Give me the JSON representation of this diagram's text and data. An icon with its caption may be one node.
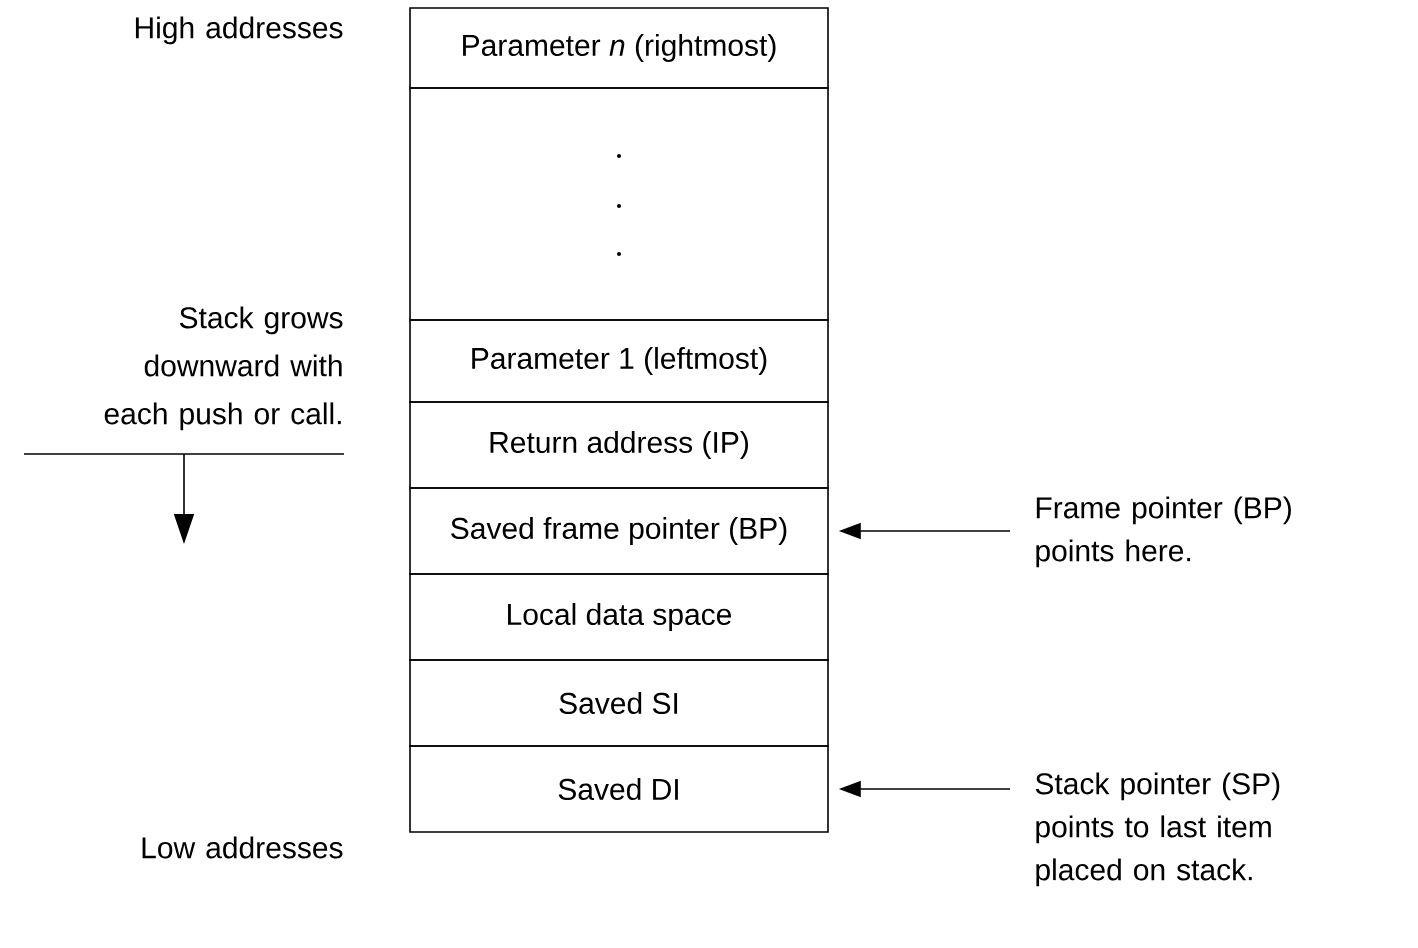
{
  "diagram": {
    "nodes": [
      {
        "text": [
          "Parameter *n* (rightmost)"
        ]
      },
      {
        "text": [],
        "shape": "box"
      },
      {
        "text": [
          "Parameter 1 (leftmost)"
        ]
      },
      {
        "text": [
          "Return address (IP)"
        ]
      },
      {
        "text": [
          "Saved frame pointer (BP)"
        ]
      },
      {
        "text": [
          "Local data space"
        ]
      },
      {
        "text": [
          "Saved SI"
        ]
      },
      {
        "text": [
          "Saved DI"
        ]
      },
      {
        "text": [
          "Frame pointer (BP) points here."
        ]
      },
      {
        "text": [
          "Stack pointer (SP) points to last item placed on stack."
        ]
      }
    ],
    "edges": [
      {
        "from": 8,
        "to": 4,
        "arrow": "to"
      },
      {
        "from": 9,
        "to": 7,
        "arrow": "to"
      }
    ],
    "labels": [
      "High addresses",
      "Stack grows downward with each push or call.",
      "Low addresses"
    ]
  }
}
